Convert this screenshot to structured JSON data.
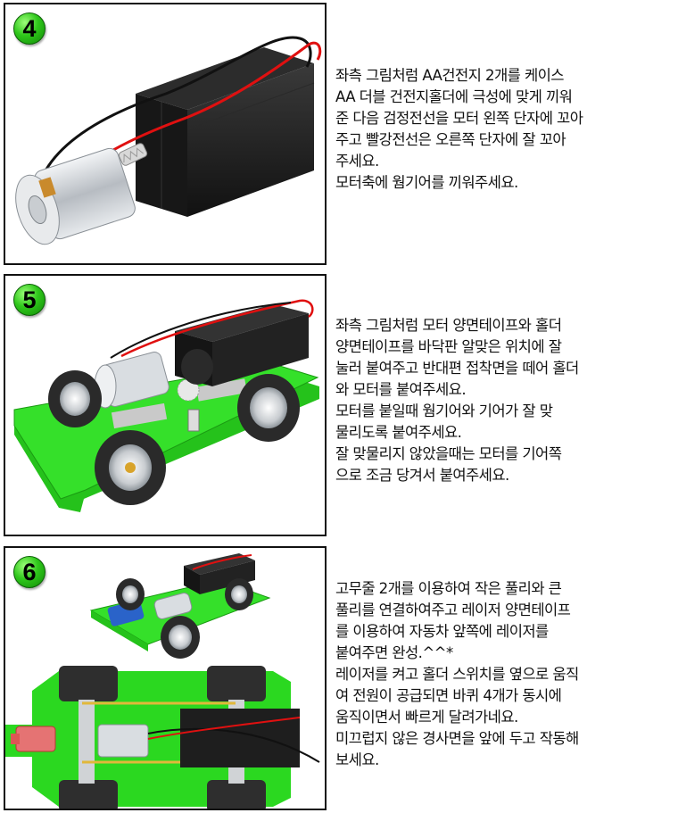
{
  "steps": [
    {
      "number": "4",
      "lines": [
        "좌측 그림처럼 AA건전지 2개를 케이스",
        "AA 더블 건전지홀더에 극성에 맞게 끼워",
        "준 다음 검정전선을 모터 왼쪽 단자에 꼬아",
        "주고 빨강전선은 오른쪽 단자에 잘 꼬아",
        "주세요.",
        "모터축에 웜기어를 끼워주세요."
      ]
    },
    {
      "number": "5",
      "lines": [
        "좌측 그림처럼 모터 양면테이프와 홀더",
        "양면테이프를 바닥판 알맞은 위치에 잘",
        "눌러 붙여주고 반대편 접착면을 떼어 홀더",
        "와 모터를 붙여주세요.",
        "모터를 붙일때 웜기어와 기어가 잘 맞",
        "물리도록 붙여주세요.",
        "잘 맞물리지 않았을때는 모터를 기어쪽",
        "으로 조금 당겨서 붙여주세요."
      ]
    },
    {
      "number": "6",
      "lines": [
        "고무줄 2개를 이용하여 작은 풀리와 큰",
        "풀리를 연결하여주고 레이저 양면테이프",
        "를 이용하여 자동차 앞쪽에 레이저를",
        "붙여주면 완성.^^*",
        "레이저를 켜고 홀더 스위치를 옆으로 움직",
        "여 전원이 공급되면 바퀴 4개가 동시에",
        "움직이면서 빠르게 달려가네요.",
        "미끄럽지 않은 경사면을 앞에 두고 작동해",
        "보세요."
      ]
    }
  ],
  "colors": {
    "badge": "#2fc71b",
    "chassis": "#27d61e",
    "wire_red": "#e01010",
    "wire_black": "#111111",
    "holder": "#1e1e1e",
    "laser": "#2a63c9"
  }
}
